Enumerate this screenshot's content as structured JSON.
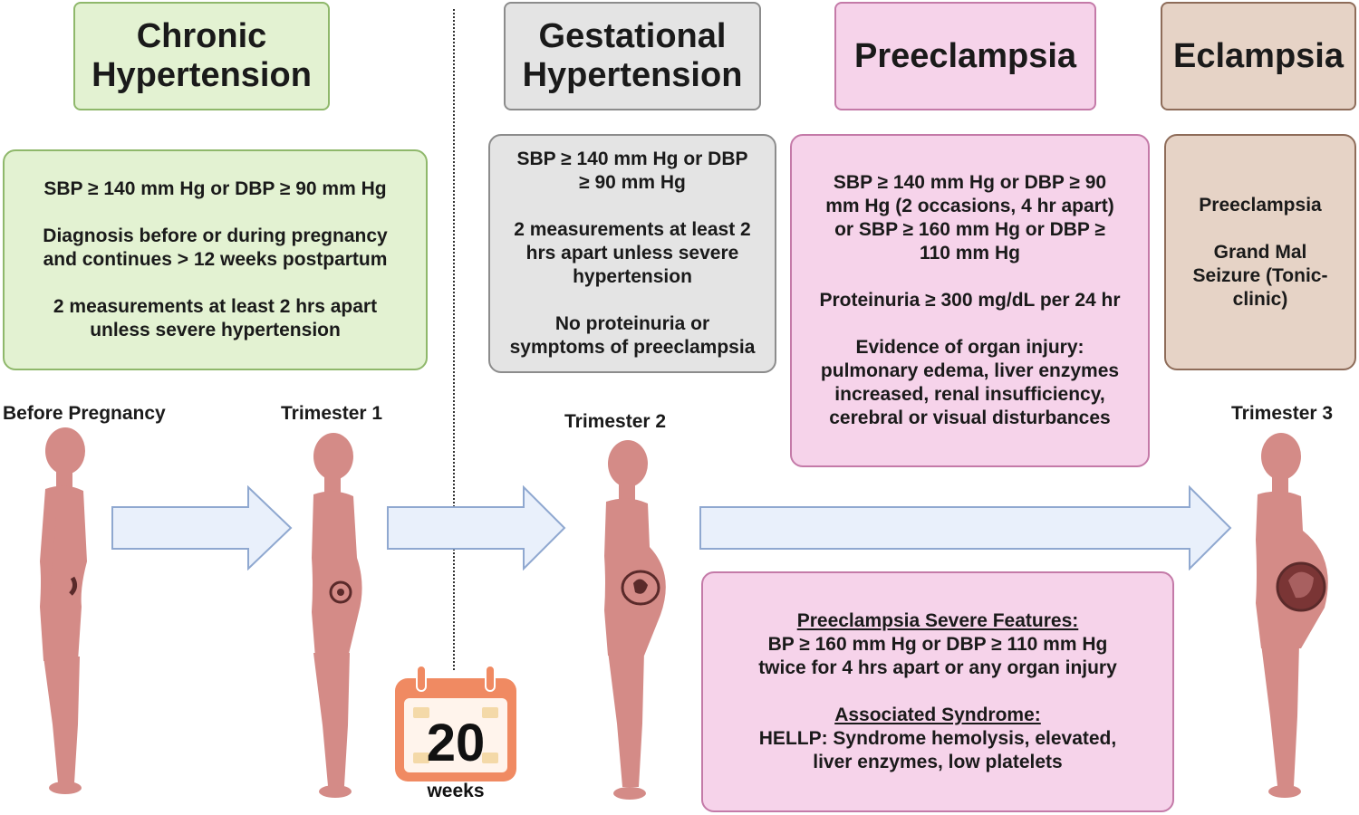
{
  "titles": {
    "chronic": "Chronic\nHypertension",
    "gestational": "Gestational\nHypertension",
    "preeclampsia": "Preeclampsia",
    "eclampsia": "Eclampsia"
  },
  "chronic_box": {
    "p1": "SBP ≥ 140 mm Hg or DBP ≥ 90 mm Hg",
    "p2": "Diagnosis before or during pregnancy\nand continues > 12 weeks postpartum",
    "p3": "2 measurements at least 2 hrs apart\nunless severe hypertension"
  },
  "gestational_box": {
    "p1": "SBP ≥ 140 mm Hg or DBP\n≥ 90 mm Hg",
    "p2": "2 measurements at least 2\nhrs apart unless severe\nhypertension",
    "p3": "No proteinuria or\nsymptoms of preeclampsia"
  },
  "preeclampsia_box": {
    "p1": "SBP ≥ 140 mm Hg or DBP ≥ 90\nmm Hg (2 occasions, 4 hr apart)\nor SBP ≥ 160 mm Hg or DBP ≥\n110 mm Hg",
    "p2": "Proteinuria ≥ 300 mg/dL per 24 hr",
    "p3": "Evidence of organ injury:\npulmonary edema, liver enzymes\nincreased, renal insufficiency,\ncerebral or visual disturbances"
  },
  "eclampsia_box": {
    "p1": "Preeclampsia",
    "p2": "Grand Mal\nSeizure (Tonic-\nclinic)"
  },
  "severe_box": {
    "heading1": "Preeclampsia Severe Features:",
    "text1": "BP ≥ 160 mm Hg or DBP ≥ 110 mm Hg\ntwice for 4 hrs apart or any organ injury",
    "heading2": "Associated Syndrome:",
    "text2": "HELLP: Syndrome hemolysis, elevated,\nliver enzymes, low platelets"
  },
  "stages": {
    "before": "Before Pregnancy",
    "t1": "Trimester 1",
    "t2": "Trimester 2",
    "t3": "Trimester 3"
  },
  "calendar": {
    "number": "20",
    "unit": "weeks"
  },
  "colors": {
    "green_fill": "#e3f2d2",
    "gray_fill": "#e4e4e4",
    "pink_fill": "#f6d3ea",
    "brown_fill": "#e6d3c6",
    "figure_skin": "#d48b87",
    "arrow_fill": "#e9f0fb",
    "arrow_stroke": "#8fa8d0",
    "calendar_orange": "#f08a62"
  }
}
